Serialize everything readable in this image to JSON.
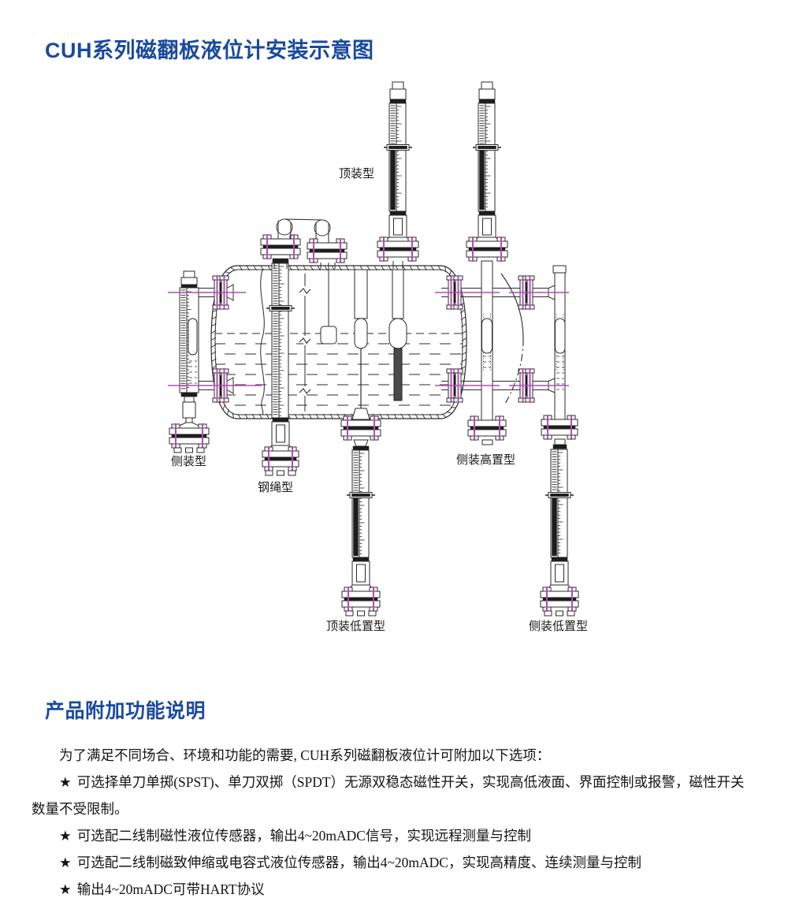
{
  "page": {
    "title": "CUH系列磁翻板液位计安装示意图",
    "section_title": "产品附加功能说明",
    "colors": {
      "accent_blue": "#1a4a9e",
      "line": "#2b2b2b",
      "dark": "#1d1d1d",
      "magenta": "#b14fb1",
      "text": "#141414"
    }
  },
  "diagram": {
    "labels": [
      {
        "id": "top-mounted",
        "text": "顶装型"
      },
      {
        "id": "side-mounted",
        "text": "侧装型"
      },
      {
        "id": "steel-rope",
        "text": "钢绳型"
      },
      {
        "id": "side-mounted-high",
        "text": "侧装高置型"
      },
      {
        "id": "top-mounted-low",
        "text": "顶装低置型"
      },
      {
        "id": "side-mounted-low",
        "text": "侧装低置型"
      }
    ]
  },
  "features": {
    "bullet": "★",
    "intro": "为了满足不同场合、环境和功能的需要, CUH系列磁翻板液位计可附加以下选项：",
    "items": [
      "可选择单刀单掷(SPST)、单刀双掷（SPDT）无源双稳态磁性开关，实现高低液面、界面控制或报警，磁性开关数量不受限制。",
      "可选配二线制磁性液位传感器，输出4~20mADC信号，实现远程测量与控制",
      "可选配二线制磁致伸缩或电容式液位传感器，输出4~20mADC，实现高精度、连续测量与控制",
      "输出4~20mADC可带HART协议"
    ]
  }
}
